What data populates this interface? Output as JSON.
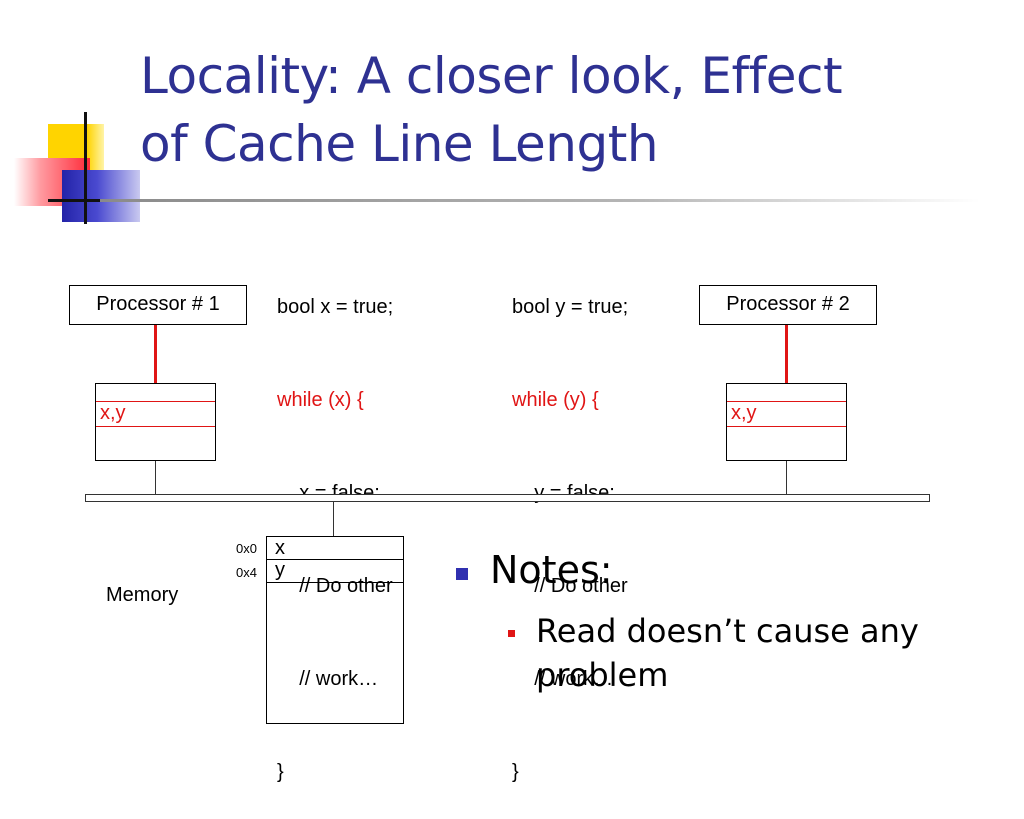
{
  "title": {
    "line1": "Locality: A closer look, Effect",
    "line2": "of Cache Line Length"
  },
  "code_left": {
    "lines": [
      "bool x = true;",
      "while (x) {",
      "    x = false;",
      "    // Do other",
      "    // work…",
      "}"
    ]
  },
  "code_right": {
    "lines": [
      "bool y = true;",
      "while (y) {",
      "    y = false;",
      "    // Do other",
      "    // work…",
      "}"
    ]
  },
  "processors": {
    "p1": "Processor # 1",
    "p2": "Processor # 2"
  },
  "caches": {
    "c1_line": "x,y",
    "c2_line": "x,y"
  },
  "memory": {
    "label": "Memory",
    "rows": [
      {
        "address": "0x0",
        "value": "x"
      },
      {
        "address": "0x4",
        "value": "y"
      }
    ]
  },
  "notes": {
    "heading": "Notes:",
    "items": [
      "Read doesn’t cause any problem"
    ]
  },
  "colors": {
    "title": "#2e3192",
    "highlight_red": "#e01515",
    "bullet_blue": "#3030b0"
  }
}
